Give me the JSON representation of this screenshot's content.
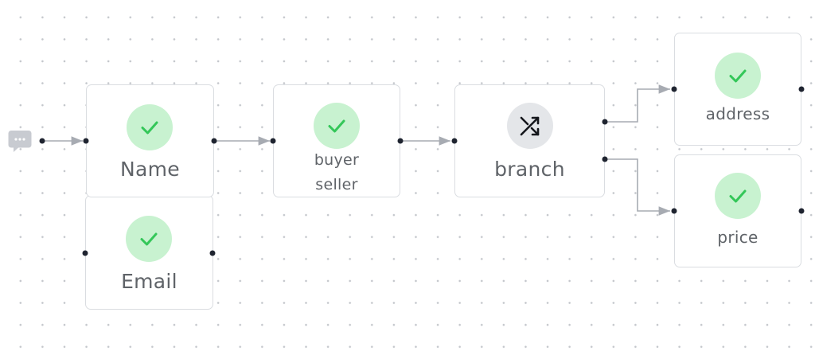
{
  "canvas": {
    "start_icon": "chat-bubble-icon"
  },
  "nodes": [
    {
      "id": "name",
      "label": "Name",
      "icon": "check-icon",
      "status": "complete",
      "accent": "#34c759"
    },
    {
      "id": "email",
      "label": "Email",
      "icon": "check-icon",
      "status": "complete",
      "accent": "#34c759"
    },
    {
      "id": "buyer-seller",
      "label_lines": [
        "buyer",
        "seller"
      ],
      "icon": "check-icon",
      "status": "complete",
      "accent": "#34c759"
    },
    {
      "id": "branch",
      "label": "branch",
      "icon": "shuffle-icon",
      "status": "neutral"
    },
    {
      "id": "address",
      "label": "address",
      "icon": "check-icon",
      "status": "complete",
      "accent": "#34c759"
    },
    {
      "id": "price",
      "label": "price",
      "icon": "check-icon",
      "status": "complete",
      "accent": "#34c759"
    }
  ],
  "colors": {
    "check_bg": "#c8f2d0",
    "check": "#34c759",
    "neutral_bg": "#e4e6e9",
    "edge": "#a7abb2",
    "port": "#1f2430",
    "border": "#dadde1",
    "label": "#5f6368"
  }
}
